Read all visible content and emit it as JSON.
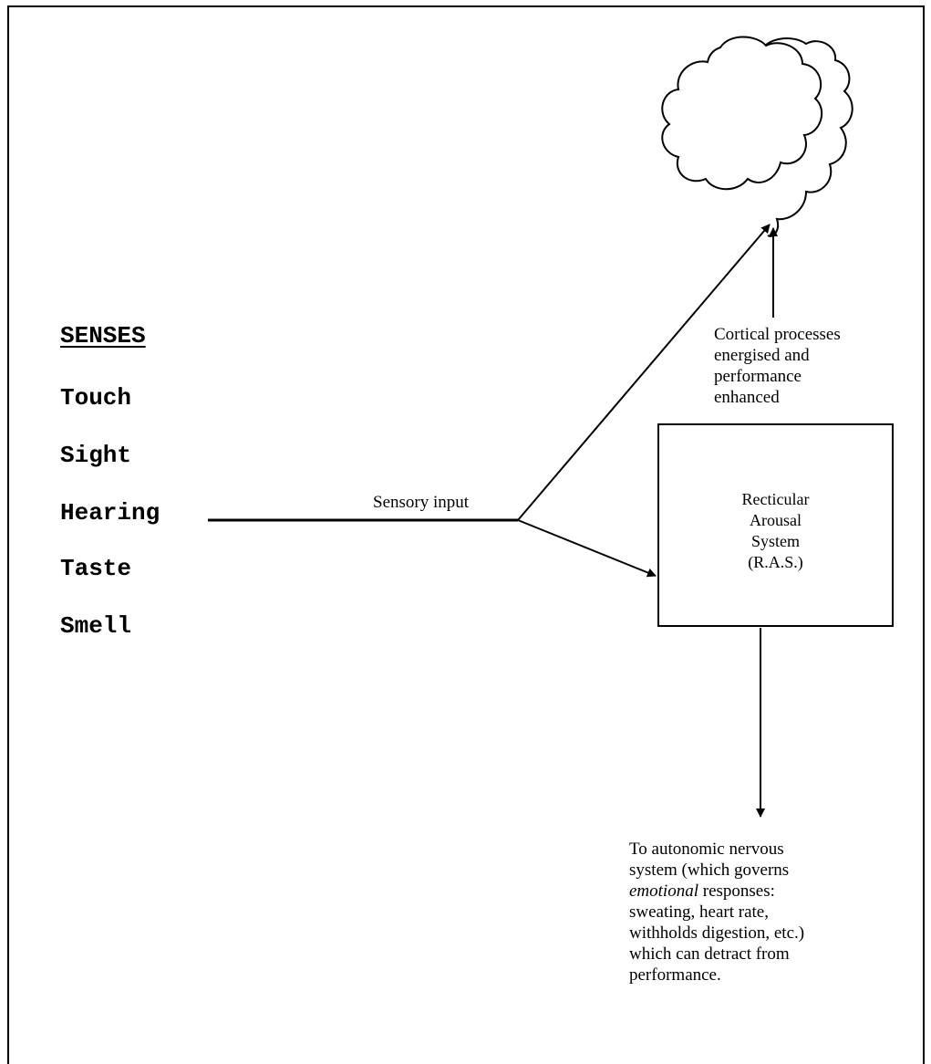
{
  "senses": {
    "heading": "SENSES",
    "items": [
      "Touch",
      "Sight",
      "Hearing",
      "Taste",
      "Smell"
    ]
  },
  "labels": {
    "sensory_input": "Sensory input",
    "cortical": "Cortical processes\nenergised and\nperformance\nenhanced",
    "ras": "Recticular\nArousal\nSystem\n(R.A.S.)",
    "autonomic_before": "To autonomic nervous\nsystem (which governs\n",
    "autonomic_emphasis": "emotional",
    "autonomic_after": " responses:\nsweating, heart rate,\nwithholds digestion, etc.)\nwhich can detract from\nperformance."
  },
  "icons": {
    "brain": "brain-cloud-icon"
  }
}
